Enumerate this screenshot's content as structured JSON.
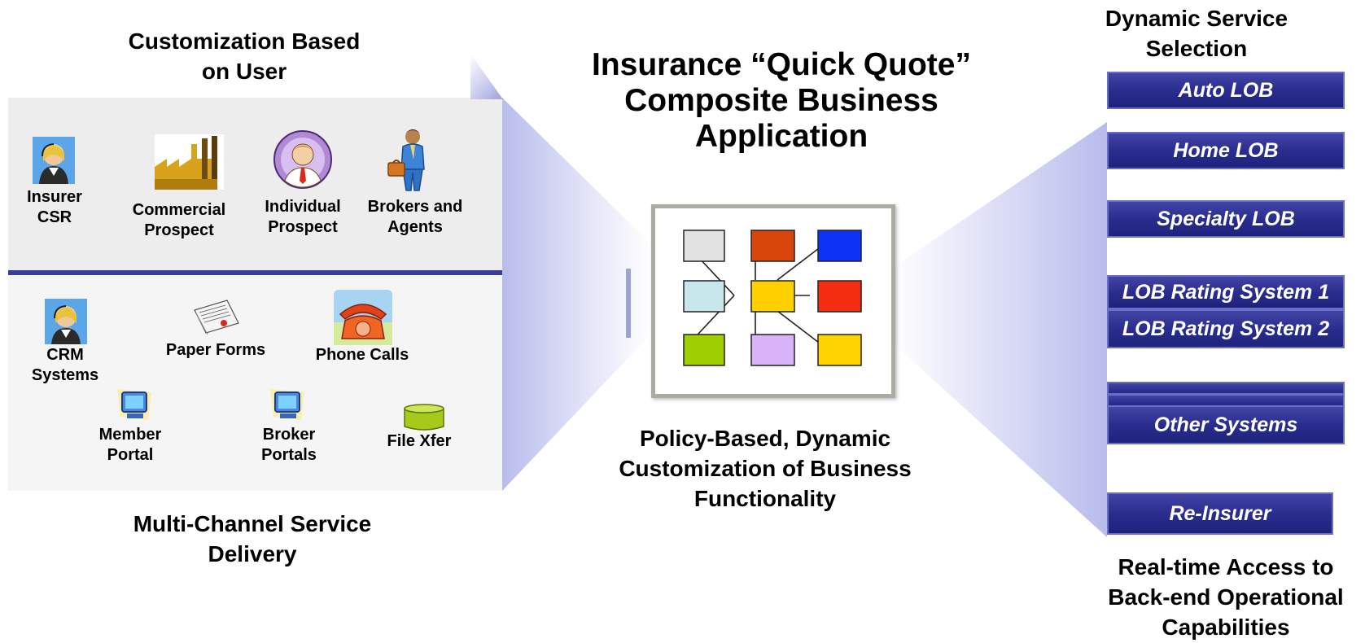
{
  "left": {
    "heading": "Customization Based on User",
    "users": [
      {
        "label": "Insurer CSR",
        "icon": "headset-agent-icon"
      },
      {
        "label": "Commercial Prospect",
        "icon": "factory-icon"
      },
      {
        "label": "Individual Prospect",
        "icon": "person-icon"
      },
      {
        "label": "Brokers and Agents",
        "icon": "businessman-icon"
      }
    ],
    "channels": [
      {
        "label": "CRM Systems",
        "icon": "headset-agent-icon"
      },
      {
        "label": "Paper Forms",
        "icon": "paper-form-icon"
      },
      {
        "label": "Phone Calls",
        "icon": "telephone-icon"
      },
      {
        "label": "Member Portal",
        "icon": "computer-icon"
      },
      {
        "label": "Broker Portals",
        "icon": "computer-icon"
      },
      {
        "label": "File Xfer",
        "icon": "database-cylinder-icon"
      }
    ],
    "caption": "Multi-Channel Service Delivery"
  },
  "center": {
    "title": "Insurance “Quick Quote” Composite Business Application",
    "caption": "Policy-Based, Dynamic Customization of Business Functionality",
    "node_colors": [
      "#e2e2e2",
      "#d9460b",
      "#0d33f5",
      "#c7e7ea",
      "#ffd000",
      "#f42d10",
      "#9fcf00",
      "#d8b3f7",
      "#ffd300"
    ]
  },
  "right": {
    "heading": "Dynamic Service Selection",
    "services": [
      "Auto LOB",
      "Home LOB",
      "Specialty LOB",
      "LOB Rating System 1",
      "LOB Rating System 2",
      "Other Systems",
      "Re-Insurer"
    ],
    "caption": "Real-time Access to Back-end Operational Capabilities"
  },
  "colors": {
    "accent_blue": "#2a2d8e",
    "panel_gray": "#ededed",
    "funnel_blue": "#c9cbee"
  }
}
